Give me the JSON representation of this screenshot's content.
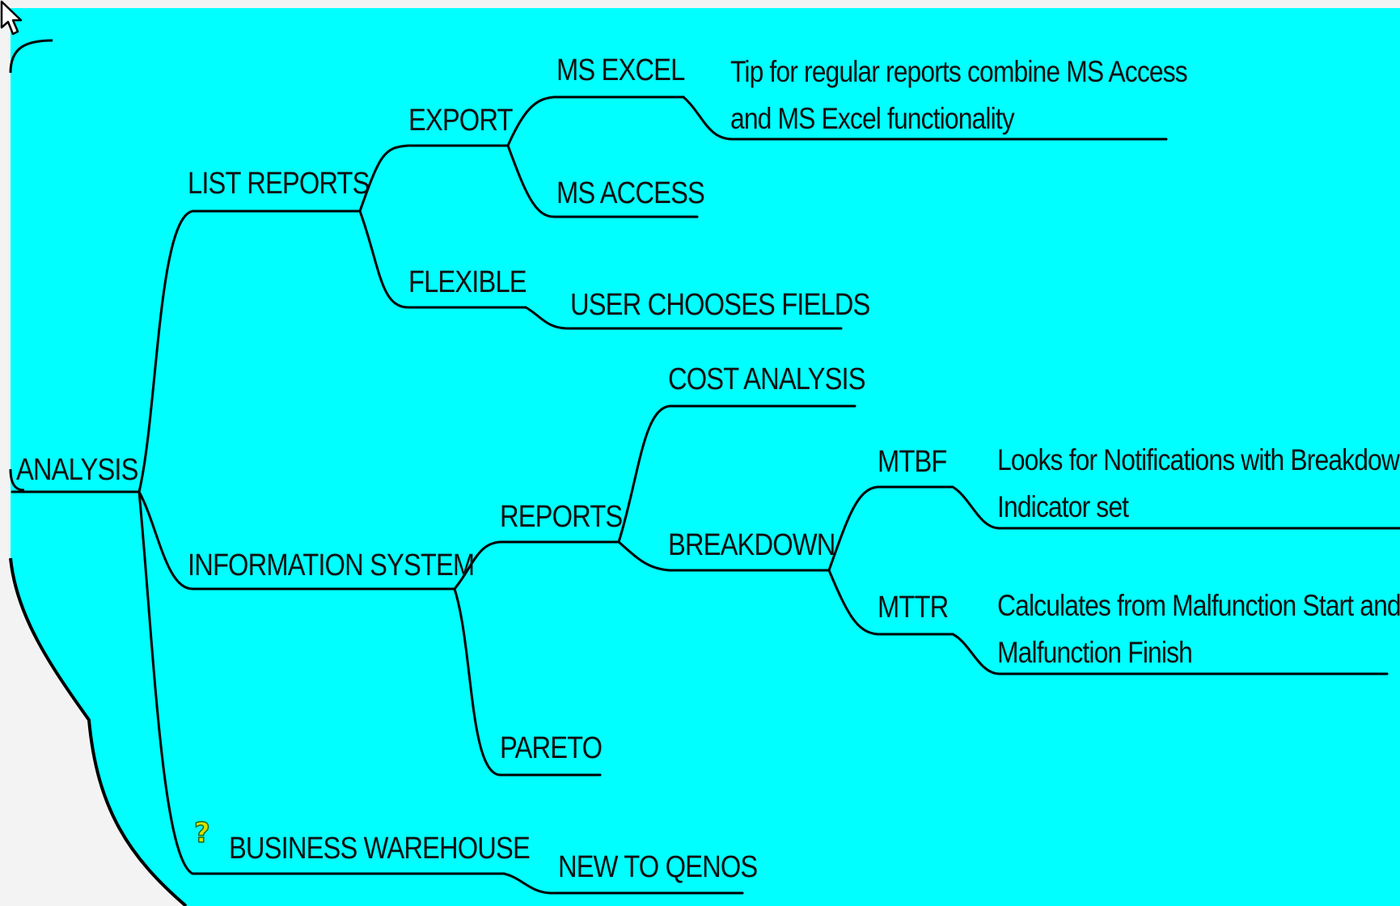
{
  "mindmap": {
    "root": "ANALYSIS",
    "list_reports": {
      "label": "LIST REPORTS",
      "export": {
        "label": "EXPORT",
        "ms_excel": "MS EXCEL",
        "ms_access": "MS ACCESS",
        "tip_line1": "Tip for regular reports combine MS Access",
        "tip_line2": "and MS Excel functionality"
      },
      "flexible": {
        "label": "FLEXIBLE",
        "user_chooses_fields": "USER CHOOSES FIELDS"
      }
    },
    "information_system": {
      "label": "INFORMATION SYSTEM",
      "reports": {
        "label": "REPORTS",
        "cost_analysis": "COST ANALYSIS",
        "breakdown": {
          "label": "BREAKDOWN",
          "mtbf": "MTBF",
          "mtbf_note_line1": "Looks for Notifications with Breakdown",
          "mtbf_note_line2": "Indicator set",
          "mttr": "MTTR",
          "mttr_note_line1": "Calculates from Malfunction Start and",
          "mttr_note_line2": "Malfunction Finish"
        }
      },
      "pareto": "PARETO"
    },
    "business_warehouse": {
      "label": "BUSINESS WAREHOUSE",
      "icon": "question-mark-icon",
      "new_to_qenos": "NEW TO QENOS"
    }
  },
  "colors": {
    "canvas_background": "#00ffff",
    "branch_line": "#000000",
    "text": "#101010",
    "outer_background": "#f3f3f3"
  }
}
